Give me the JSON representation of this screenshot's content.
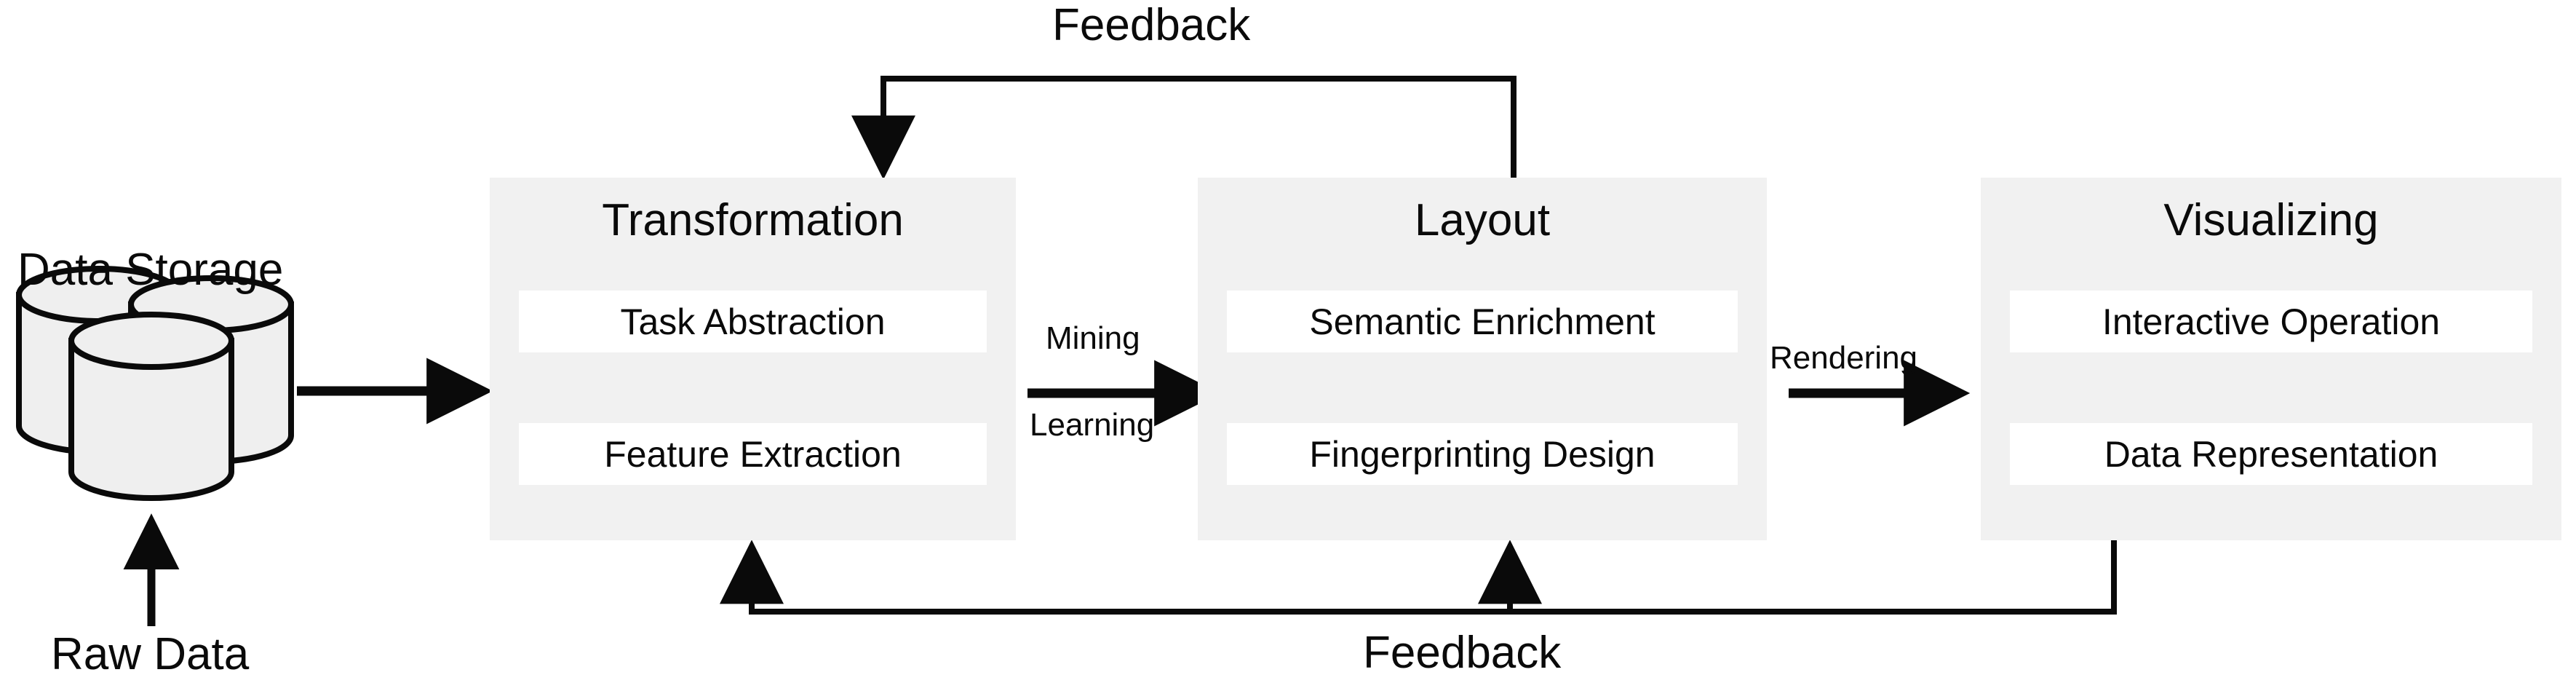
{
  "diagram": {
    "title_hidden": "",
    "colors": {
      "stage_fill": "#f1f1f1",
      "sub_fill": "#ffffff",
      "stroke": "#0a0a0a",
      "cylinder_fill": "#eeeeee",
      "background": "#ffffff"
    },
    "source": {
      "storage_label": "Data Storage",
      "raw_label": "Raw Data",
      "storage_icon": "database-cylinders-icon"
    },
    "stages": [
      {
        "id": "transformation",
        "title": "Transformation",
        "items": [
          "Task Abstraction",
          "Feature Extraction"
        ]
      },
      {
        "id": "layout",
        "title": "Layout",
        "items": [
          "Semantic Enrichment",
          "Fingerprinting Design"
        ]
      },
      {
        "id": "visualizing",
        "title": "Visualizing",
        "items": [
          "Interactive Operation",
          "Data Representation"
        ]
      }
    ],
    "connectors": [
      {
        "id": "storage-to-transformation",
        "label": "",
        "direction": "right"
      },
      {
        "id": "mining-learning",
        "label_top": "Mining",
        "label_bottom": "Learning",
        "direction": "right"
      },
      {
        "id": "rendering",
        "label_top": "Rendering",
        "direction": "right"
      }
    ],
    "feedback": {
      "top_label": "Feedback",
      "bottom_label": "Feedback"
    }
  }
}
